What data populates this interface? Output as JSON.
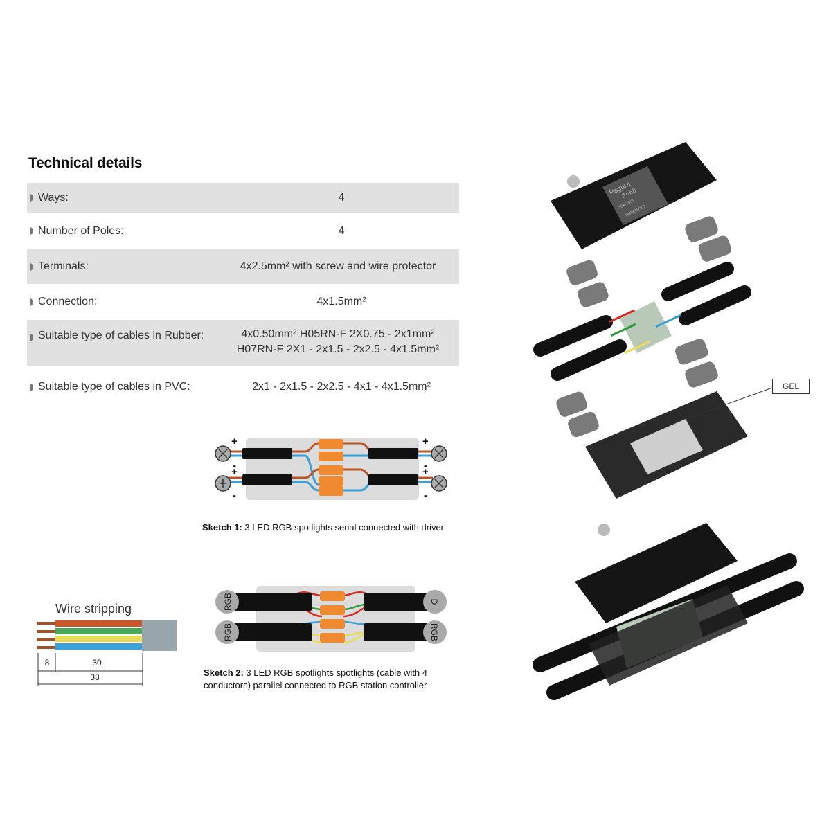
{
  "title": "Technical details",
  "specs": [
    {
      "label": "Ways:",
      "value": "4"
    },
    {
      "label": "Number of Poles:",
      "value": "4"
    },
    {
      "label": "Terminals:",
      "value": "4x2.5mm² with screw and wire protector"
    },
    {
      "label": "Connection:",
      "value": "4x1.5mm²"
    },
    {
      "label": "Suitable type of cables in Rubber:",
      "value": "4x0.50mm² H05RN-F 2X0.75 - 2x1mm²",
      "value2": "H07RN-F 2X1 - 2x1.5 - 2x2.5 - 4x1.5mm²"
    },
    {
      "label": "Suitable type of cables in PVC:",
      "value": "2x1 - 2x1.5 - 2x2.5 - 4x1 - 4x1.5mm²"
    }
  ],
  "sketch1": {
    "caption_bold": "Sketch 1:",
    "caption": " 3 LED RGB spotlights serial connected with driver",
    "plus": "+",
    "minus": "-"
  },
  "sketch2": {
    "caption_bold": "Sketch 2:",
    "caption_line1": " 3 LED RGB spotlights spotlights (cable with 4",
    "caption_line2": "conductors) parallel connected to RGB station controller",
    "label_rgb": "RGB",
    "label_d": "D"
  },
  "wire_stripping": {
    "title": "Wire stripping",
    "dim_strip": "8",
    "dim_sheath": "30",
    "dim_total": "38"
  },
  "product": {
    "brand": "Pagura",
    "rating": "IP-68",
    "electrical": "16A 250V",
    "patent": "PATENTED",
    "gel_label": "GEL"
  },
  "colors": {
    "row_gray": "#e1e1e1",
    "terminal_orange": "#f08a30",
    "wire_brown": "#b5562a",
    "wire_blue": "#3aa0d8",
    "wire_green": "#2e9a3e",
    "wire_yellow": "#e8dd5a",
    "wire_red": "#d82a22"
  }
}
